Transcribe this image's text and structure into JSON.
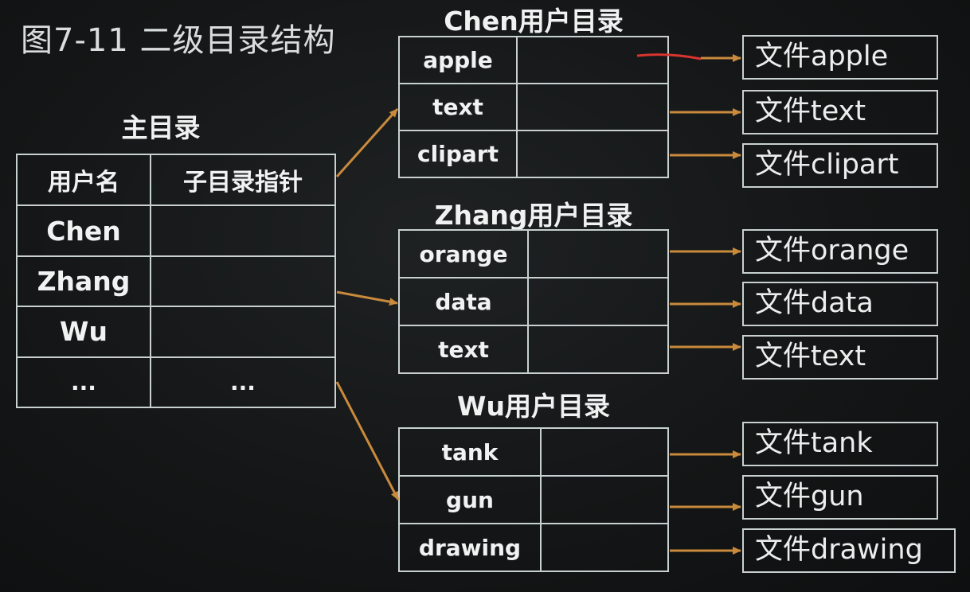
{
  "figure_title": "图7-11 二级目录结构",
  "master_directory": {
    "title": "主目录",
    "headers": [
      "用户名",
      "子目录指针"
    ],
    "rows": [
      [
        "Chen",
        ""
      ],
      [
        "Zhang",
        ""
      ],
      [
        "Wu",
        ""
      ],
      [
        "...",
        "..."
      ]
    ]
  },
  "user_directories": [
    {
      "title": "Chen用户目录",
      "entries": [
        "apple",
        "text",
        "clipart"
      ],
      "files": [
        "文件apple",
        "文件text",
        "文件clipart"
      ]
    },
    {
      "title": "Zhang用户目录",
      "entries": [
        "orange",
        "data",
        "text"
      ],
      "files": [
        "文件orange",
        "文件data",
        "文件text"
      ]
    },
    {
      "title": "Wu用户目录",
      "entries": [
        "tank",
        "gun",
        "drawing"
      ],
      "files": [
        "文件tank",
        "文件gun",
        "文件drawing"
      ]
    }
  ],
  "colors": {
    "arrow": "#c98a3c",
    "highlight_arrow": "#d8342e",
    "border": "#c8d0d0",
    "background": "#15181a"
  }
}
